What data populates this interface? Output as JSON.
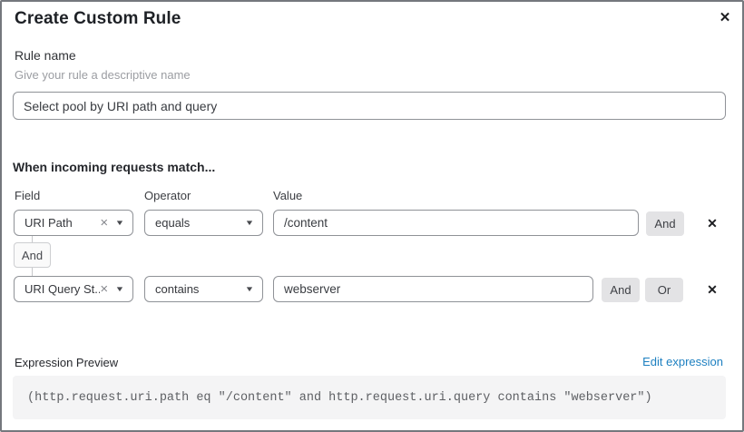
{
  "dialog": {
    "title": "Create Custom Rule"
  },
  "icons": {
    "close": "✕",
    "remove": "✕",
    "clear": "×",
    "caret_down": "▼"
  },
  "rule_name": {
    "label": "Rule name",
    "helper": "Give your rule a descriptive name",
    "value": "Select pool by URI path and query"
  },
  "matcher": {
    "heading": "When incoming requests match...",
    "columns": {
      "field": "Field",
      "operator": "Operator",
      "value": "Value"
    },
    "connector_label": "And",
    "rows": [
      {
        "field": "URI Path",
        "operator": "equals",
        "value": "/content",
        "and_label": "And"
      },
      {
        "field": "URI Query St...",
        "operator": "contains",
        "value": "webserver",
        "and_label": "And",
        "or_label": "Or"
      }
    ]
  },
  "expression_preview": {
    "label": "Expression Preview",
    "edit_link": "Edit expression",
    "expression": "(http.request.uri.path eq \"/content\" and http.request.uri.query contains \"webserver\")"
  },
  "colors": {
    "link": "#1e80c1",
    "button_bg": "#e3e3e5",
    "input_border": "#8f9297",
    "code_bg": "#f4f4f5"
  }
}
